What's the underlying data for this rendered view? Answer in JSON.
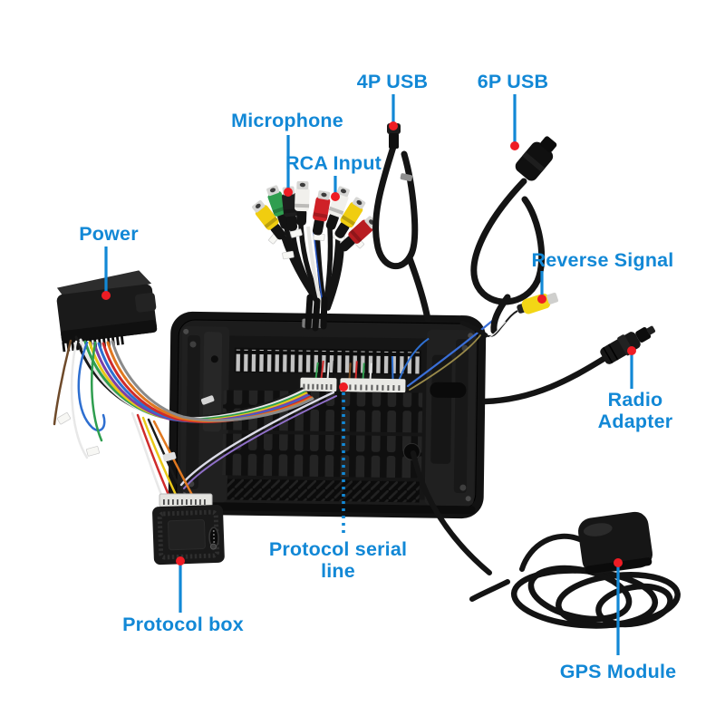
{
  "figure": {
    "background": "#ffffff",
    "kind": "car-stereo-rear-view-callout-diagram"
  },
  "colors": {
    "accent_blue": "#1288d6",
    "marker_red": "#ee1c24",
    "rca_yellow": "#f0cd10",
    "rca_green": "#2f9e4f",
    "rca_red": "#cf2127",
    "rca_white": "#f1f0ec",
    "cable_black": "#141414"
  },
  "callouts": {
    "usb_4p": {
      "label": "4P USB"
    },
    "usb_6p": {
      "label": "6P USB"
    },
    "microphone": {
      "label": "Microphone"
    },
    "rca_input": {
      "label": "RCA Input"
    },
    "power": {
      "label": "Power"
    },
    "reverse_signal": {
      "label": "Reverse Signal"
    },
    "radio_adapter": {
      "label": "Radio Adapter"
    },
    "protocol_serial_line": {
      "label": "Protocol serial line"
    },
    "protocol_box": {
      "label": "Protocol box"
    },
    "gps_module": {
      "label": "GPS Module"
    }
  }
}
